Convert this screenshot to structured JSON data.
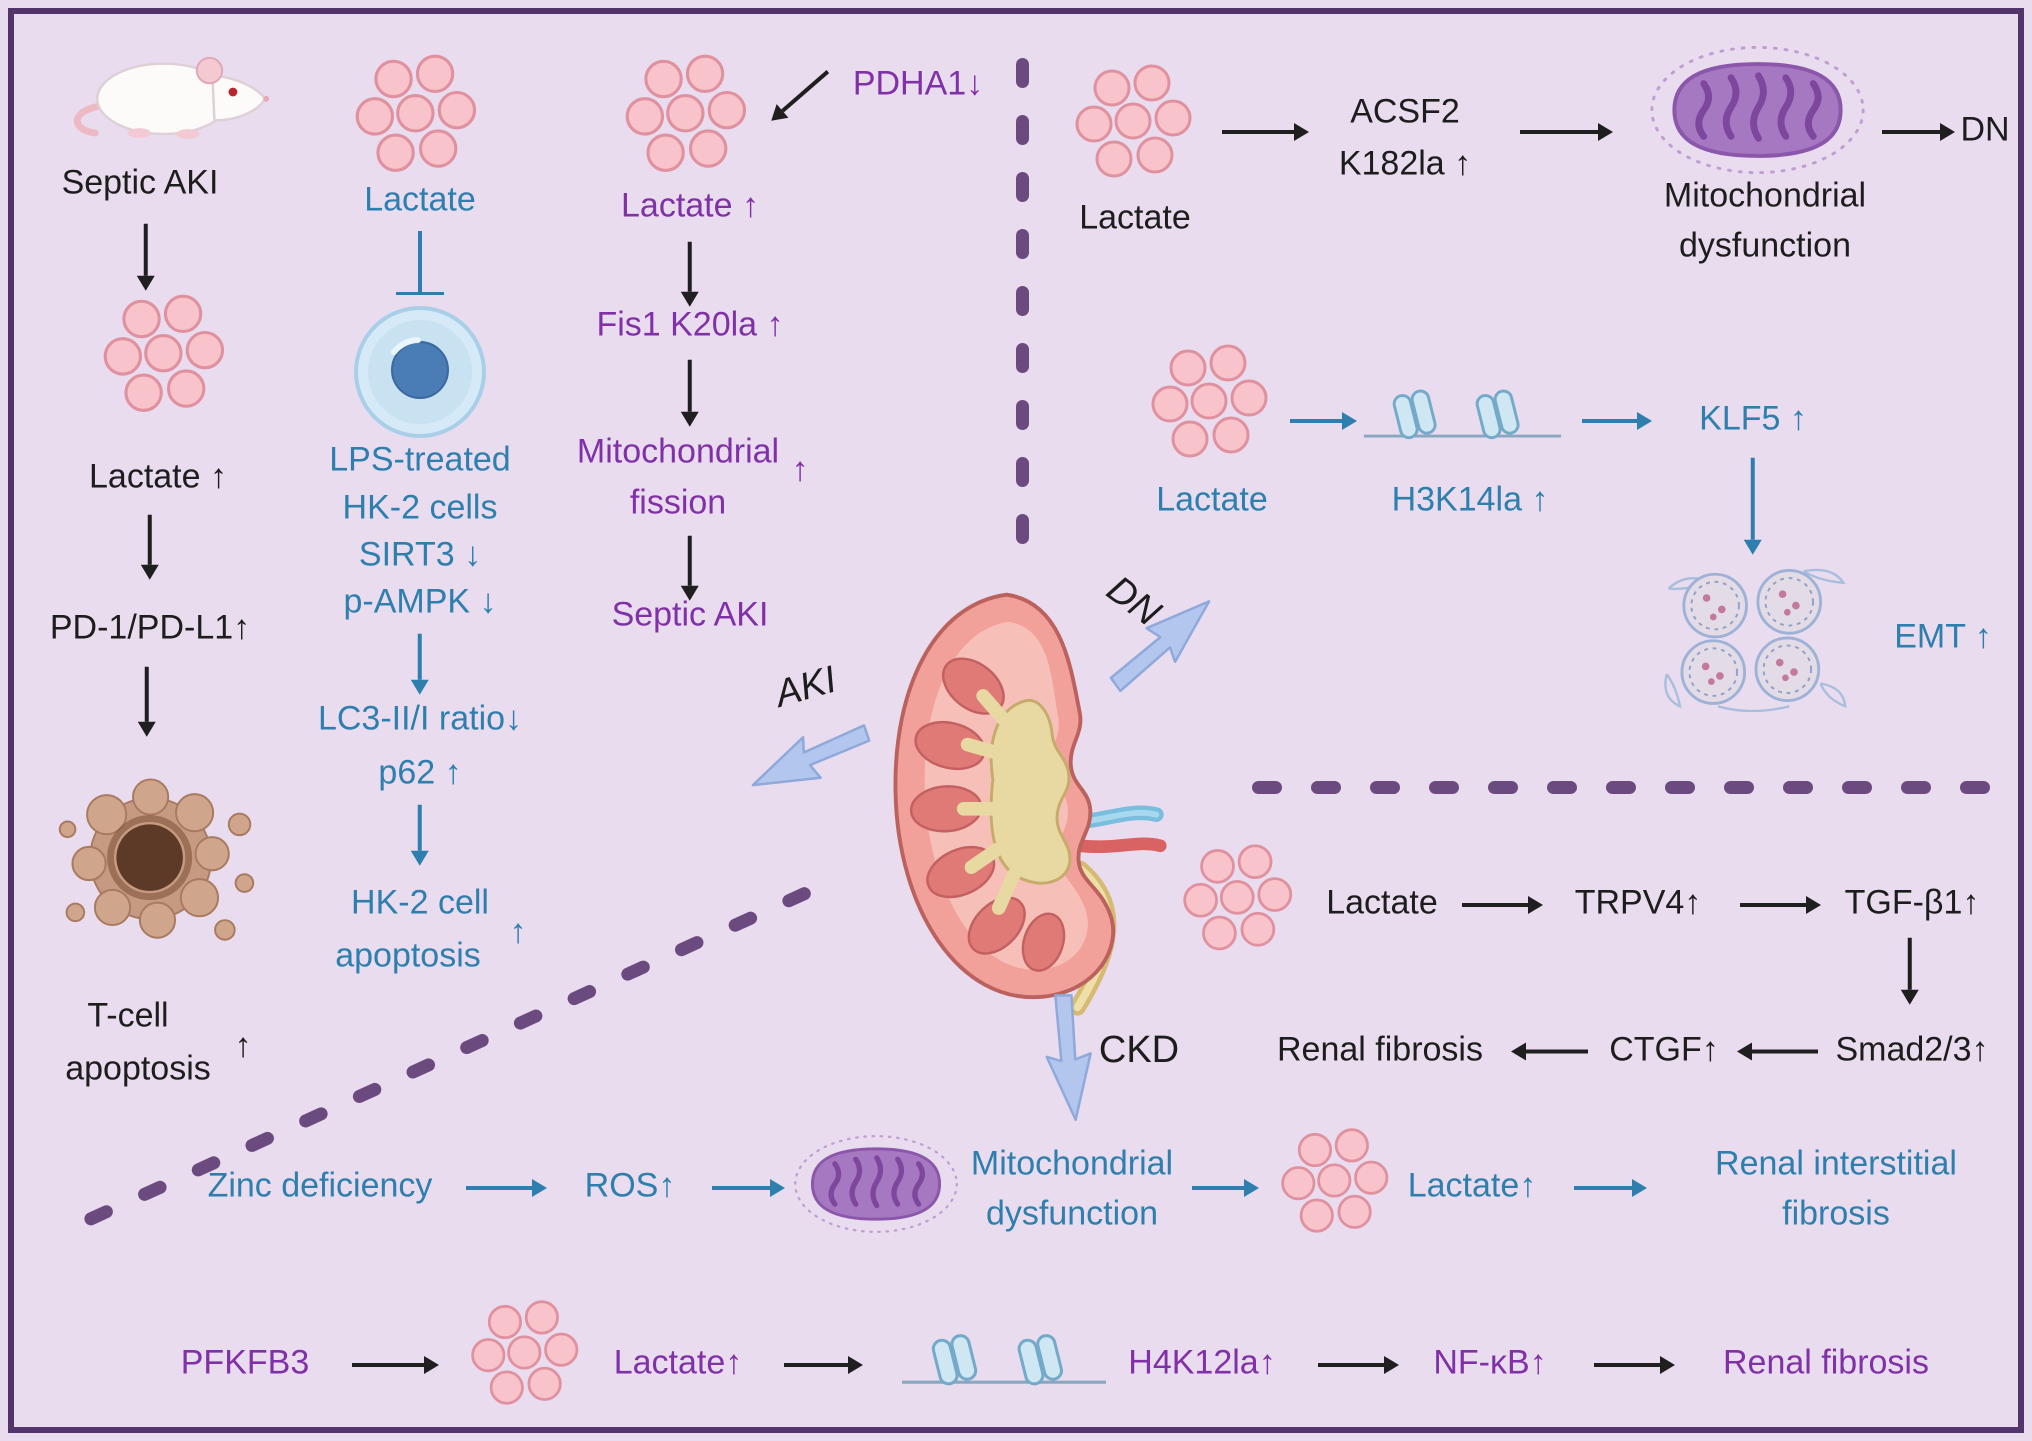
{
  "colors": {
    "background": "#e9dcee",
    "frame": "#53356b",
    "blue": "#2e7fae",
    "purple": "#8031a7",
    "dash": "#6b4a80",
    "lactate_fill": "#f8c3ca",
    "lactate_stroke": "#e0919f",
    "big_arrow": "#b3c7ee"
  },
  "col1": {
    "title": "Septic AKI",
    "lactate": "Lactate ↑",
    "pd": "PD-1/PD-L1↑",
    "tcell_line1": "T-cell",
    "tcell_line2": "apoptosis",
    "tcell_up": "↑"
  },
  "col2": {
    "lactate": "Lactate",
    "cell_line1": "LPS-treated",
    "cell_line2": "HK-2 cells",
    "sirt3": "SIRT3 ↓",
    "ampk": "p-AMPK ↓",
    "lc3": "LC3-II/I ratio↓",
    "p62": "p62 ↑",
    "apoptosis_line1": "HK-2 cell",
    "apoptosis_line2": "apoptosis",
    "apoptosis_up": "↑"
  },
  "col3": {
    "pdha1": "PDHA1↓",
    "lactate": "Lactate ↑",
    "fis1": "Fis1 K20la ↑",
    "fission_line1": "Mitochondrial",
    "fission_line2": "fission",
    "fission_up": "↑",
    "outcome": "Septic AKI"
  },
  "top_right": {
    "lactate": "Lactate",
    "acsf2": "ACSF2",
    "k182la": "K182la ↑",
    "mito_line1": "Mitochondrial",
    "mito_line2": "dysfunction",
    "outcome": "DN"
  },
  "mid_right": {
    "lactate": "Lactate",
    "h3k14la": "H3K14la ↑",
    "klf5": "KLF5 ↑",
    "emt": "EMT ↑"
  },
  "kidney": {
    "aki": "AKI",
    "dn": "DN",
    "ckd": "CKD"
  },
  "tgf_pathway": {
    "lactate": "Lactate",
    "trpv4": "TRPV4↑",
    "tgfb1": "TGF-β1↑",
    "smad": "Smad2/3↑",
    "ctgf": "CTGF↑",
    "outcome": "Renal fibrosis"
  },
  "zinc_pathway": {
    "zinc": "Zinc deficiency",
    "ros": "ROS↑",
    "mito_line1": "Mitochondrial",
    "mito_line2": "dysfunction",
    "lactate": "Lactate↑",
    "outcome_line1": "Renal interstitial",
    "outcome_line2": "fibrosis"
  },
  "pfkfb3_pathway": {
    "pfkfb3": "PFKFB3",
    "lactate": "Lactate↑",
    "h4k12la": "H4K12la↑",
    "nfkb": "NF-κB↑",
    "outcome": "Renal fibrosis"
  }
}
